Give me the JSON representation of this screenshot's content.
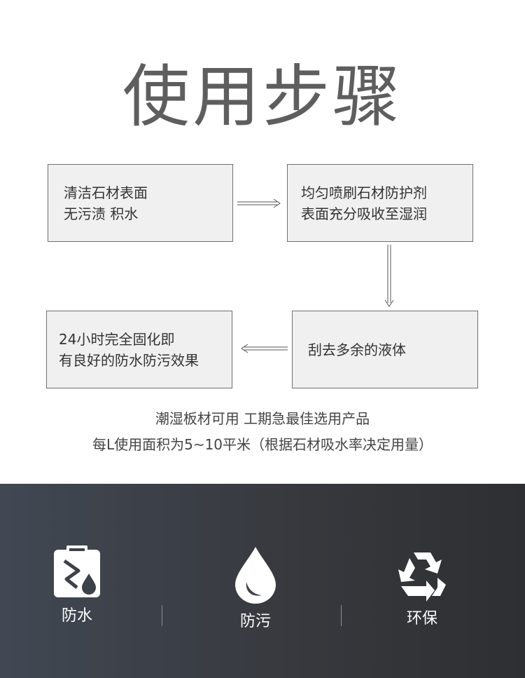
{
  "title": "使用步骤",
  "steps": [
    {
      "lines": [
        "清洁石材表面",
        "无污渍 积水"
      ]
    },
    {
      "lines": [
        "均匀喷刷石材防护剂",
        "表面充分吸收至湿润"
      ]
    },
    {
      "lines": [
        "刮去多余的液体"
      ]
    },
    {
      "lines": [
        "24小时完全固化即",
        "有良好的防水防污效果"
      ]
    }
  ],
  "notes": [
    "潮湿板材可用 工期急最佳选用产品",
    "每L使用面积为5~10平米（根据石材吸水率决定用量）"
  ],
  "features": [
    {
      "label": "防水",
      "icon": "waterproof-icon"
    },
    {
      "label": "防污",
      "icon": "water-drop-icon"
    },
    {
      "label": "环保",
      "icon": "recycle-icon"
    }
  ],
  "colors": {
    "title": "#5e5e5e",
    "box_fill": "#f0f0f0",
    "box_border": "#6f6f6f",
    "band": "#3a3d43"
  }
}
